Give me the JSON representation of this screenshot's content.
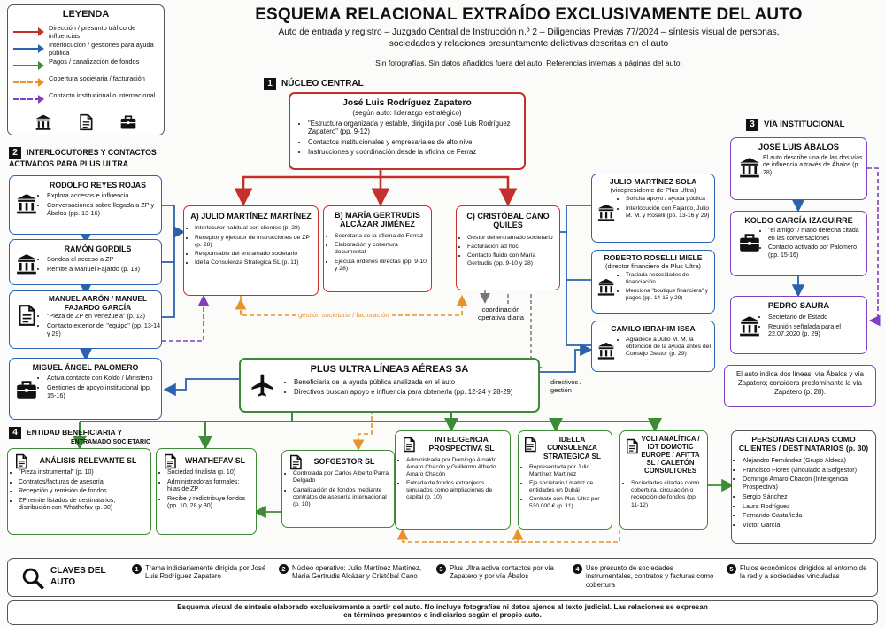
{
  "title": "ESQUEMA RELACIONAL EXTRAÍDO EXCLUSIVAMENTE DEL AUTO",
  "subtitle_line1": "Auto de entrada y registro – Juzgado Central de Instrucción n.º 2 – Diligencias Previas 77/2024 – síntesis visual de personas,",
  "subtitle_line2": "sociedades y relaciones presuntamente delictivas descritas en el auto",
  "note": "Sin fotografías. Sin datos añadidos fuera del auto. Referencias internas a páginas del auto.",
  "legend": {
    "title": "LEYENDA",
    "items": [
      {
        "label": "Dirección / presunto tráfico de influencias",
        "color": "#c4302b"
      },
      {
        "label": "Interlocución / gestiones para ayuda pública",
        "color": "#2a63ad"
      },
      {
        "label": "Pagos / canalización de fondos",
        "color": "#3d8b37"
      },
      {
        "label": "Cobertura societaria / facturación",
        "color": "#e8912d"
      },
      {
        "label": "Contacto institucional o internacional",
        "color": "#7f3fbf"
      }
    ]
  },
  "sections": {
    "s1": {
      "num": "1",
      "label": "NÚCLEO CENTRAL"
    },
    "s2": {
      "num": "2",
      "label": "INTERLOCUTORES Y CONTACTOS ACTIVADOS PARA PLUS ULTRA"
    },
    "s3": {
      "num": "3",
      "label": "VÍA INSTITUCIONAL"
    },
    "s4": {
      "num": "4",
      "label": "ENTIDAD BENEFICIARIA Y",
      "label2": "ENTRAMADO SOCIETARIO"
    }
  },
  "core": {
    "name": "José Luis Rodríguez Zapatero",
    "role": "(según auto: liderazgo estratégico)",
    "items": [
      "\"Estructura organizada y estable, dirigida por José Luis Rodríguez Zapatero\" (pp. 9-12)",
      "Contactos institucionales y empresariales de alto nivel",
      "Instrucciones y coordinación desde la oficina de Ferraz"
    ]
  },
  "operatives": [
    {
      "name": "A) JULIO MARTÍNEZ MARTÍNEZ",
      "items": [
        "Interlocutor habitual con clientes (p. 28)",
        "Receptor y ejecutor de instrucciones de ZP (p. 28)",
        "Responsable del entramado societario",
        "Idella Consulenza Strategica SL (p. 11)"
      ]
    },
    {
      "name": "B) MARÍA GERTRUDIS ALCÁZAR JIMÉNEZ",
      "items": [
        "Secretaria de la oficina de Ferraz",
        "Elaboración y cobertura documental",
        "Ejecuta órdenes directas (pp. 9-10 y 28)"
      ]
    },
    {
      "name": "C) CRISTÓBAL CANO QUILES",
      "items": [
        "Gestor del entramado societario",
        "Facturación ad hoc",
        "Contacto fluido con María Gertrudis (pp. 9-10 y 28)"
      ]
    }
  ],
  "interlocutors": [
    {
      "name": "RODOLFO REYES ROJAS",
      "items": [
        "Explora accesos e influencia",
        "Conversaciones sobre llegada a ZP y Ábalos (pp. 13-16)"
      ]
    },
    {
      "name": "RAMÓN GORDILS",
      "items": [
        "Sondea el acceso a ZP",
        "Remite a Manuel Fajardo (p. 13)"
      ]
    },
    {
      "name": "MANUEL AARÓN / MANUEL FAJARDO GARCÍA",
      "items": [
        "\"Pieza de ZP en Venezuela\" (p. 13)",
        "Contacto exterior del \"equipo\" (pp. 13-14 y 29)"
      ]
    },
    {
      "name": "MIGUEL ÁNGEL PALOMERO",
      "items": [
        "Activa contacto con Koldo / Ministerio",
        "Gestiones de apoyo institucional (pp. 15-16)"
      ]
    }
  ],
  "plusultra_people": [
    {
      "name": "JULIO MARTÍNEZ SOLA",
      "role": "(vicepresidente de Plus Ultra)",
      "items": [
        "Solicita apoyo / ayuda pública",
        "Interlocución con Fajardo, Julio M. M. y Roselli (pp. 13-16 y 29)"
      ]
    },
    {
      "name": "ROBERTO ROSELLI MIELE",
      "role": "(director financiero de Plus Ultra)",
      "items": [
        "Traslada necesidades de financiación",
        "Menciona \"boutique financiera\" y pagos (pp. 14-15 y 29)"
      ]
    },
    {
      "name": "CAMILO IBRAHIM ISSA",
      "role": "",
      "items": [
        "Agradece a Julio M. M. la obtención de la ayuda antes del Consejo Gestor (p. 29)"
      ]
    }
  ],
  "institutional": [
    {
      "name": "JOSÉ LUIS ÁBALOS",
      "items": [
        "El auto describe una de las dos vías de influencia a través de Ábalos (p. 28)"
      ]
    },
    {
      "name": "KOLDO GARCÍA IZAGUIRRE",
      "items": [
        "\"el amigo\" / mano derecha citada en las conversaciones",
        "Contacto activado por Palomero (pp. 15-16)"
      ]
    },
    {
      "name": "PEDRO SAURA",
      "items": [
        "Secretario de Estado",
        "Reunión señalada para el 22.07.2020 (p. 29)"
      ]
    }
  ],
  "institutional_note": "El auto indica dos líneas: vía Ábalos y vía Zapatero; considera predominante la vía Zapatero (p. 28).",
  "plusultra": {
    "name": "PLUS ULTRA LÍNEAS AÉREAS SA",
    "items": [
      "Beneficiaria de la ayuda pública analizada en el auto",
      "Directivos buscan apoyo e influencia para obtenerla (pp. 12-24 y 28-29)"
    ]
  },
  "edge_labels": {
    "gestion": "gestión societaria / facturación",
    "coordinacion": "coordinación operativa diaria",
    "directivos": "directivos / gestión"
  },
  "entities": [
    {
      "name": "ANÁLISIS RELEVANTE SL",
      "items": [
        "\"Pieza instrumental\" (p. 10)",
        "Contratos/facturas de asesoría",
        "Recepción y remisión de fondos",
        "ZP remite listados de destinatarios; distribución con Whathefav (p. 30)"
      ]
    },
    {
      "name": "WHATHEFAV SL",
      "items": [
        "Sociedad finalista (p. 10)",
        "Administradoras formales: hijas de ZP",
        "Recibe y redistribuye fondos (pp. 10, 28 y 30)"
      ]
    },
    {
      "name": "SOFGESTOR SL",
      "items": [
        "Controlada por Carlos Alberto Parra Delgado",
        "Canalización de fondos mediante contratos de asesoría internacional (p. 10)"
      ]
    },
    {
      "name": "INTELIGENCIA PROSPECTIVA SL",
      "items": [
        "Administrada por Domingo Arnaldo Amaro Chacón y Guillermo Alfredo Amaro Chacón",
        "Entrada de fondos extranjeros simulados como ampliaciones de capital (p. 10)"
      ]
    },
    {
      "name": "IDELLA CONSULENZA STRATEGICA SL",
      "items": [
        "Representada por Julio Martínez Martínez",
        "Eje societario / matriz de entidades en Dubái",
        "Contrato con Plus Ultra por 530.000 € (p. 11)"
      ]
    },
    {
      "name": "VOLI ANALÍTICA / IOT DOMOTIC EUROPE / AFITTA SL / CALETÓN CONSULTORES",
      "items": [
        "Sociedades citadas como cobertura, circulación o recepción de fondos (pp. 11-12)"
      ]
    }
  ],
  "clients": {
    "name": "PERSONAS CITADAS COMO CLIENTES / DESTINATARIOS (p. 30)",
    "items": [
      "Alejandro Fernández (Grupo Aldesa)",
      "Francisco Flores (vinculado a Sofgestor)",
      "Domingo Amaro Chacón (Inteligencia Prospectiva)",
      "Sergio Sánchez",
      "Laura Rodríguez",
      "Fernando Castañeda",
      "Víctor García"
    ]
  },
  "keys": {
    "title": "CLAVES DEL AUTO",
    "items": [
      {
        "num": "1",
        "text": "Trama indiciariamente dirigida por José Luis Rodríguez Zapatero"
      },
      {
        "num": "2",
        "text": "Núcleo operativo: Julio Martínez Martínez, María Gertrudis Alcázar y Cristóbal Cano"
      },
      {
        "num": "3",
        "text": "Plus Ultra activa contactos por vía Zapatero y por vía Ábalos"
      },
      {
        "num": "4",
        "text": "Uso presunto de sociedades instrumentales, contratos y facturas como cobertura"
      },
      {
        "num": "5",
        "text": "Flujos económicos dirigidos al entorno de la red y a sociedades vinculadas"
      }
    ]
  },
  "footer_line1": "Esquema visual de síntesis elaborado exclusivamente a partir del auto. No incluye fotografías ni datos ajenos al texto judicial. Las relaciones se expresan",
  "footer_line2": "en términos presuntos o indiciarios según el propio auto.",
  "icons": {
    "institution": "institution-icon",
    "document": "document-icon",
    "briefcase": "briefcase-icon",
    "airplane": "airplane-icon",
    "search": "search-icon"
  }
}
